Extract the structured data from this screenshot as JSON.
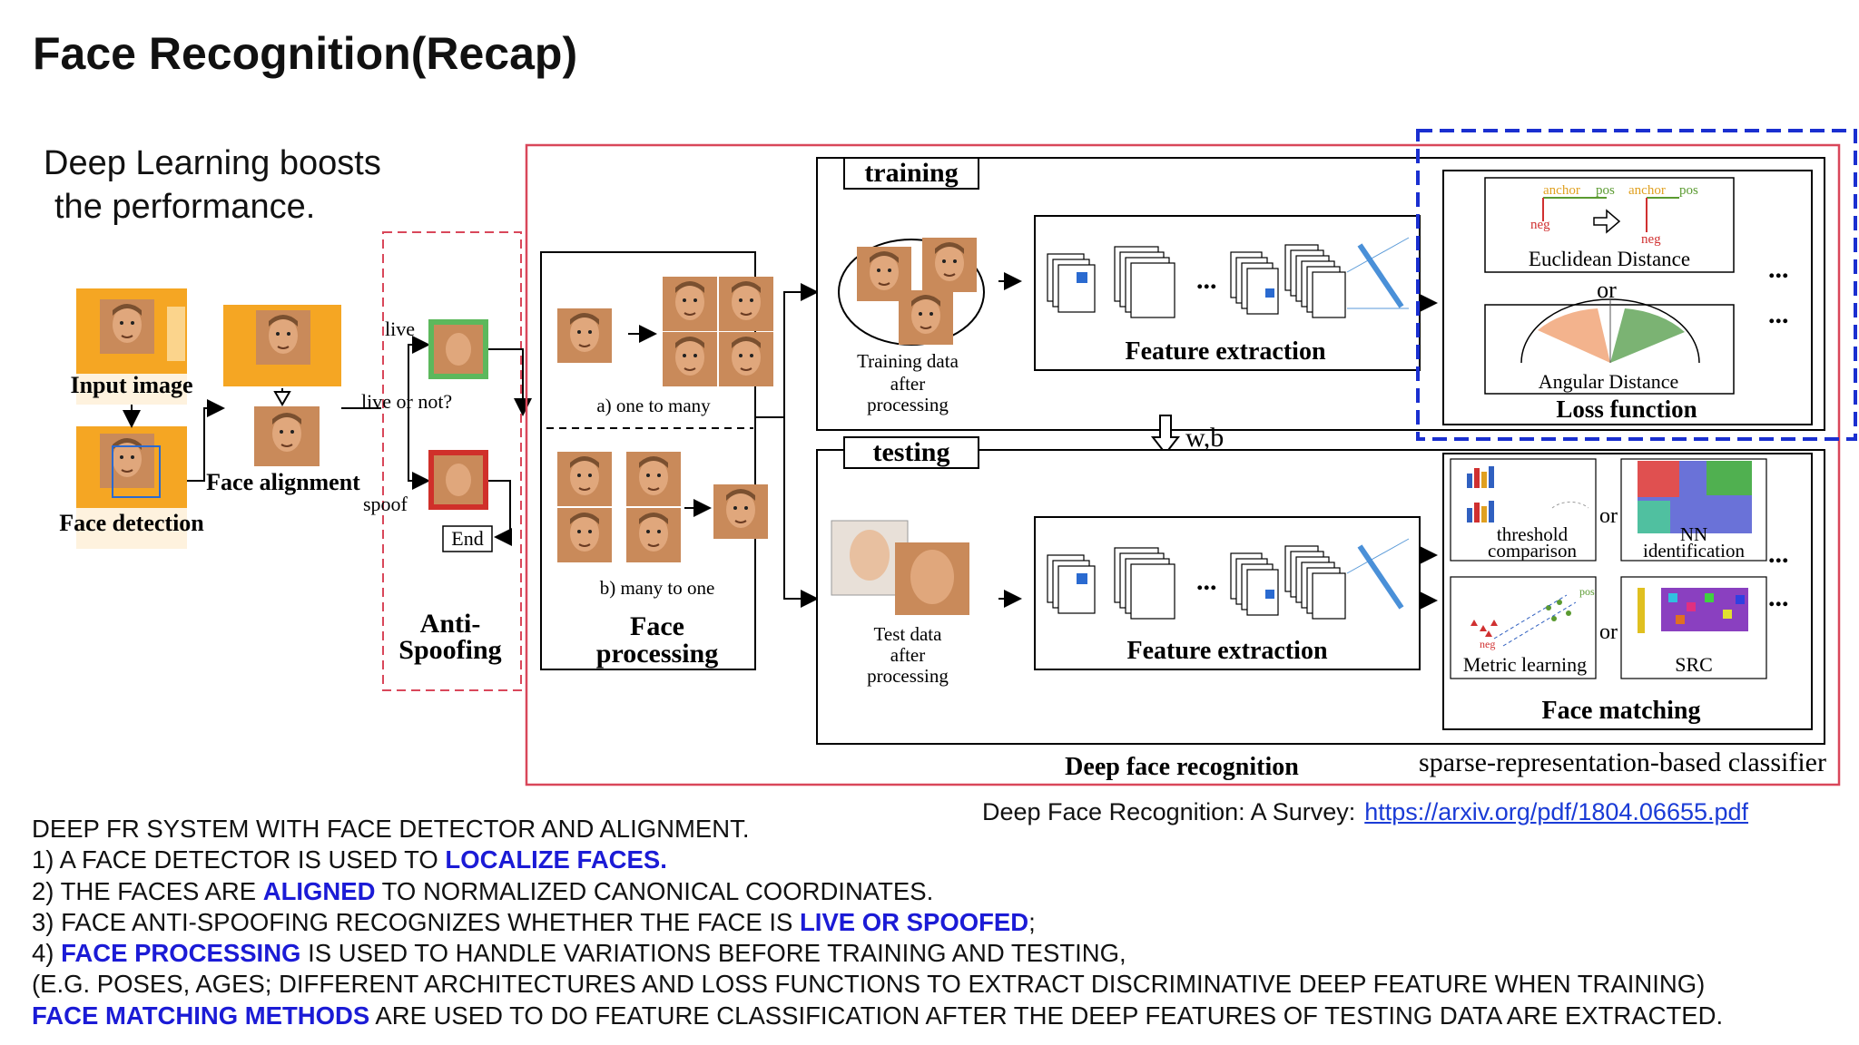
{
  "slide": {
    "title": "Face Recognition(Recap)",
    "subtitle_lines": [
      "Deep Learning boosts",
      "the performance."
    ]
  },
  "diagram": {
    "stages": {
      "input_image": "Input image",
      "face_detection": "Face detection",
      "face_alignment": "Face alignment",
      "live": "live",
      "live_or_not": "live or not?",
      "spoof": "spoof",
      "end": "End",
      "anti_spoofing": "Anti-Spoofing",
      "one_to_many": "a) one to many",
      "many_to_one": "b) many to one",
      "face_processing": "Face processing"
    },
    "training": {
      "label": "training",
      "data_caption": "Training data after processing",
      "feature_extraction": "Feature extraction",
      "loss": {
        "euclidean": "Euclidean Distance",
        "or": "or",
        "angular": "Angular Distance",
        "title": "Loss function",
        "triplet_labels": [
          "anchor",
          "pos",
          "anchor",
          "pos",
          "neg",
          "neg"
        ]
      }
    },
    "wb_label": "w,b",
    "testing": {
      "label": "testing",
      "data_caption": "Test data after processing",
      "feature_extraction": "Feature extraction",
      "matching": {
        "threshold": "threshold comparison",
        "nn": "NN identification",
        "metric": "Metric learning",
        "src": "SRC",
        "or": "or",
        "title": "Face matching",
        "metric_labels": [
          "pos",
          "neg"
        ]
      }
    },
    "ellipsis": "...",
    "footer_label": "Deep face recognition",
    "src_expansion": "sparse-representation-based classifier"
  },
  "citation": {
    "text": "Deep Face Recognition: A Survey:",
    "link": "https://arxiv.org/pdf/1804.06655.pdf"
  },
  "notes": {
    "l0": "DEEP FR SYSTEM WITH FACE DETECTOR AND ALIGNMENT.",
    "l1a": "1) A FACE DETECTOR IS USED TO ",
    "l1b": "LOCALIZE FACES.",
    "l2a": "2) THE FACES ARE ",
    "l2b": "ALIGNED",
    "l2c": " TO NORMALIZED CANONICAL COORDINATES.",
    "l3a": "3) FACE ANTI-SPOOFING RECOGNIZES WHETHER THE FACE IS ",
    "l3b": "LIVE OR SPOOFED",
    "l3c": ";",
    "l4a": "4) ",
    "l4b": "FACE PROCESSING",
    "l4c": " IS USED TO HANDLE VARIATIONS BEFORE TRAINING AND TESTING,",
    "l5": "(E.G. POSES, AGES; DIFFERENT ARCHITECTURES AND LOSS FUNCTIONS TO EXTRACT DISCRIMINATIVE DEEP FEATURE WHEN TRAINING)",
    "l6a": "FACE MATCHING METHODS",
    "l6b": " ARE USED TO DO FEATURE CLASSIFICATION AFTER THE DEEP FEATURES OF TESTING DATA ARE EXTRACTED."
  },
  "colors": {
    "highlight": "#1b1bd6",
    "pipeline_border": "#d9475a",
    "loss_highlight": "#1a2fd0",
    "face_bg": "#f5a623",
    "live_border": "#5cb85c",
    "spoof_border": "#d0302a"
  }
}
